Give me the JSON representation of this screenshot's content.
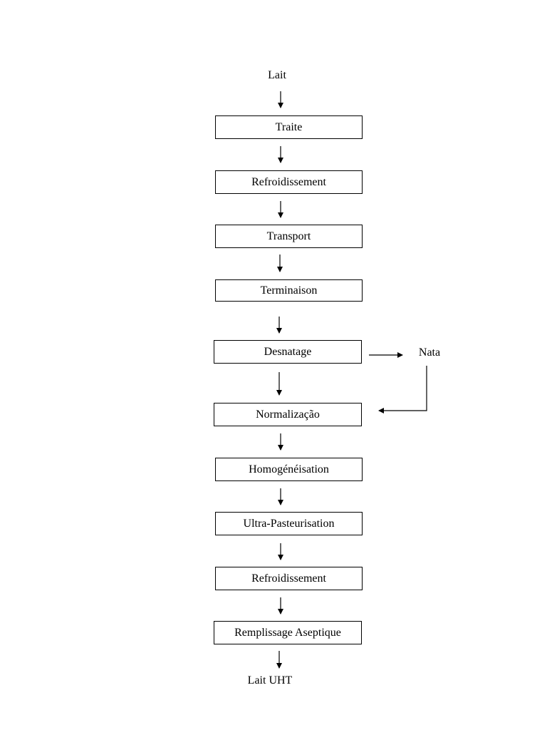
{
  "diagram": {
    "start_label": "Lait",
    "end_label": "Lait UHT",
    "side_label": "Nata",
    "steps": [
      {
        "id": "traite",
        "label": "Traite"
      },
      {
        "id": "refroidissement-1",
        "label": "Refroidissement"
      },
      {
        "id": "transport",
        "label": "Transport"
      },
      {
        "id": "terminaison",
        "label": "Terminaison"
      },
      {
        "id": "desnatage",
        "label": "Desnatage"
      },
      {
        "id": "normalizacao",
        "label": "Normalização"
      },
      {
        "id": "homogeneisation",
        "label": "Homogénéisation"
      },
      {
        "id": "ultra-pasteurisation",
        "label": "Ultra-Pasteurisation"
      },
      {
        "id": "refroidissement-2",
        "label": "Refroidissement"
      },
      {
        "id": "remplissage-aseptique",
        "label": "Remplissage Aseptique"
      }
    ]
  }
}
